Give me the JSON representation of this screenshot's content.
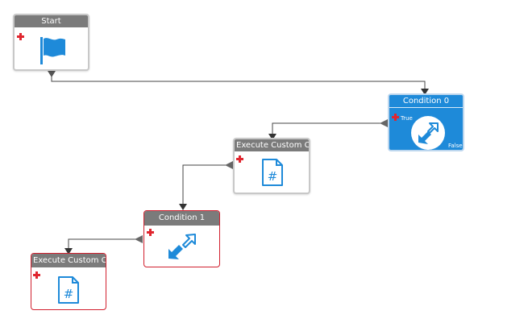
{
  "nodes": {
    "start": {
      "title": "Start",
      "icon": "flag-icon"
    },
    "condition0": {
      "title": "Condition 0",
      "icon": "condition-arrows-icon",
      "true_label": "True",
      "false_label": "False"
    },
    "exec1": {
      "title": "Execute Custom Co",
      "icon": "script-file-icon"
    },
    "condition1": {
      "title": "Condition 1",
      "icon": "condition-arrows-icon"
    },
    "exec2": {
      "title": "Execute Custom Co",
      "icon": "script-file-icon"
    }
  },
  "colors": {
    "accent_blue": "#1e8ad9",
    "header_gray": "#7b7b7b",
    "error_red": "#d11f2e",
    "add_port_red": "#e0262f",
    "connector": "#444444"
  }
}
